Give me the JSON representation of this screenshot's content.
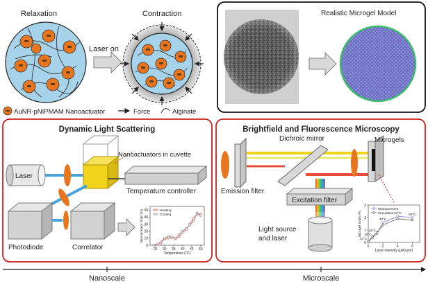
{
  "top_left": {
    "relaxation": "Relaxation",
    "contraction": "Contraction",
    "laser_on": "Laser on",
    "legend_nanoactuator": "AuNR-pNIPMAM Nanoactuator",
    "legend_force": "Force",
    "legend_alginate": "Alginate"
  },
  "top_right": {
    "realistic_model": "Realistic Microgel Model"
  },
  "dls": {
    "title": "Dynamic Light Scattering",
    "nanoactuators": "Nanoactuators in cuvette",
    "laser": "Laser",
    "temp_controller": "Temperature controller",
    "photodiode": "Photodiode",
    "correlator": "Correlator"
  },
  "bfm": {
    "title": "Brightfield and Fluorescence Microscopy",
    "dichroic": "Dichroic mirror",
    "microgels": "Microgels",
    "emission": "Emission filter",
    "excitation": "Excitation filter",
    "light_source_1": "Light source",
    "light_source_2": "and laser"
  },
  "scale": {
    "nano": "Nanoscale",
    "micro": "Microscale"
  },
  "colors": {
    "panel_red": "#cc1f1f",
    "orange": "#e8761e",
    "microgel_blue": "#a7d3ea",
    "beam_blue": "#4aa3d8",
    "cube_yellow": "#f2d21a"
  },
  "chart_data": [
    {
      "type": "line",
      "xlabel": "Temperature (°C)",
      "ylabel": "Nanoactuator strain (%)",
      "xlim": [
        22,
        52
      ],
      "ylim": [
        0,
        55
      ],
      "xticks": [
        "25",
        "30",
        "35",
        "40",
        "45",
        "50"
      ],
      "yticks": [
        "0",
        "10",
        "20",
        "30",
        "40",
        "50"
      ],
      "legend": "top-left",
      "series": [
        {
          "name": "Heating",
          "color": "#d9534f",
          "x": [
            24,
            26,
            28,
            30,
            32,
            34,
            36,
            38,
            40,
            42,
            44,
            46,
            48,
            50
          ],
          "y": [
            0,
            1,
            3,
            9,
            10,
            11,
            9,
            12,
            18,
            22,
            30,
            38,
            44,
            44
          ]
        },
        {
          "name": "Cooling",
          "color": "#888888",
          "x": [
            24,
            26,
            28,
            30,
            32,
            34,
            36,
            38,
            40,
            42,
            44,
            46,
            48,
            50
          ],
          "y": [
            0,
            2,
            5,
            10,
            13,
            12,
            10,
            15,
            20,
            24,
            28,
            34,
            46,
            42
          ]
        }
      ]
    },
    {
      "type": "line",
      "xlabel": "Laser intensity (μW/μm²)",
      "ylabel": "Microgel strain (%)",
      "xlim": [
        0,
        7
      ],
      "ylim": [
        0,
        3
      ],
      "xticks": [
        "0",
        "2",
        "4",
        "6"
      ],
      "yticks": [
        "0",
        "1",
        "2",
        "3"
      ],
      "legend": "top-left",
      "series": [
        {
          "name": "Measurement",
          "color": "#7b7bd0",
          "x": [
            0,
            0.6,
            1.2,
            2,
            4,
            6
          ],
          "y": [
            0.05,
            0.4,
            0.7,
            1.6,
            2.1,
            2.0
          ]
        },
        {
          "name": "Simulation",
          "color": "#555555",
          "x": [
            0,
            0.6,
            1.2,
            2,
            4,
            6
          ],
          "y": [
            0.05,
            0.5,
            0.8,
            1.4,
            1.9,
            1.8
          ]
        }
      ],
      "annotations": [
        "22°C",
        "30°C",
        "36°C",
        "43°C",
        "52°C",
        "59°C"
      ]
    }
  ]
}
